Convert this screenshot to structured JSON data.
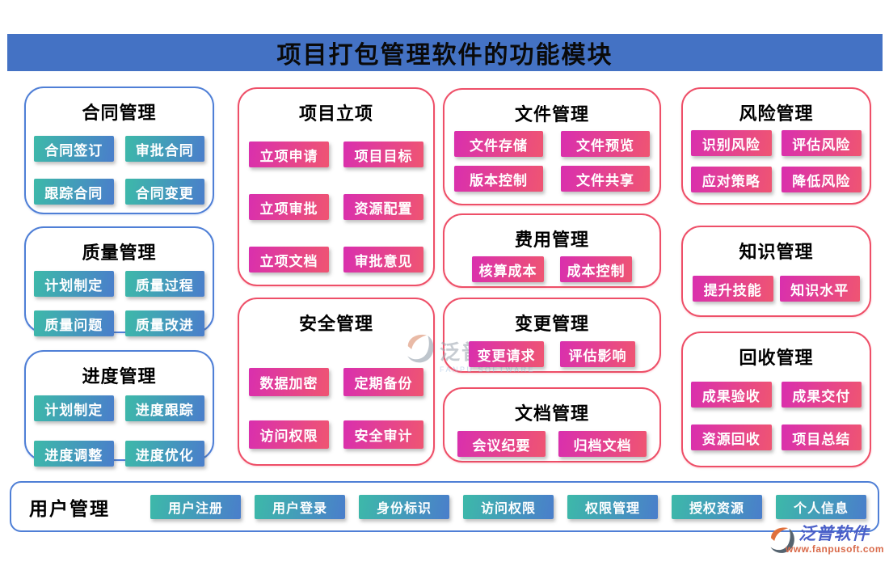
{
  "header": {
    "title": "项目打包管理软件的功能模块"
  },
  "modules": [
    {
      "id": "contract",
      "title": "合同管理",
      "buttons": [
        "合同签订",
        "审批合同",
        "跟踪合同",
        "合同变更"
      ]
    },
    {
      "id": "quality",
      "title": "质量管理",
      "buttons": [
        "计划制定",
        "质量过程",
        "质量问题",
        "质量改进"
      ]
    },
    {
      "id": "progress",
      "title": "进度管理",
      "buttons": [
        "计划制定",
        "进度跟踪",
        "进度调整",
        "进度优化"
      ]
    },
    {
      "id": "initiation",
      "title": "项目立项",
      "buttons": [
        "立项申请",
        "项目目标",
        "立项审批",
        "资源配置",
        "立项文档",
        "审批意见"
      ]
    },
    {
      "id": "security",
      "title": "安全管理",
      "buttons": [
        "数据加密",
        "定期备份",
        "访问权限",
        "安全审计"
      ]
    },
    {
      "id": "file",
      "title": "文件管理",
      "buttons": [
        "文件存储",
        "文件预览",
        "版本控制",
        "文件共享"
      ]
    },
    {
      "id": "cost",
      "title": "费用管理",
      "buttons": [
        "核算成本",
        "成本控制"
      ]
    },
    {
      "id": "change",
      "title": "变更管理",
      "buttons": [
        "变更请求",
        "评估影响"
      ]
    },
    {
      "id": "doc",
      "title": "文档管理",
      "buttons": [
        "会议纪要",
        "归档文档"
      ]
    },
    {
      "id": "risk",
      "title": "风险管理",
      "buttons": [
        "识别风险",
        "评估风险",
        "应对策略",
        "降低风险"
      ]
    },
    {
      "id": "knowledge",
      "title": "知识管理",
      "buttons": [
        "提升技能",
        "知识水平"
      ]
    },
    {
      "id": "recycle",
      "title": "回收管理",
      "buttons": [
        "成果验收",
        "成果交付",
        "资源回收",
        "项目总结"
      ]
    }
  ],
  "user_panel": {
    "title": "用户管理",
    "buttons": [
      "用户注册",
      "用户登录",
      "身份标识",
      "访问权限",
      "权限管理",
      "授权资源",
      "个人信息"
    ]
  },
  "watermark": {
    "brand": "泛普软件",
    "sub": "FANPU SOFTWARE"
  },
  "brand": {
    "name": "泛普软件",
    "url": "www.fanpusoft.com"
  },
  "colors": {
    "header_bg": "#4472c4",
    "blue_border": "#4f7fd6",
    "pink_border": "#ee4f68",
    "teal_a": "#3db9a9",
    "teal_b": "#4a7ecb",
    "pink_a": "#d92fae",
    "pink_b": "#ef5572"
  }
}
